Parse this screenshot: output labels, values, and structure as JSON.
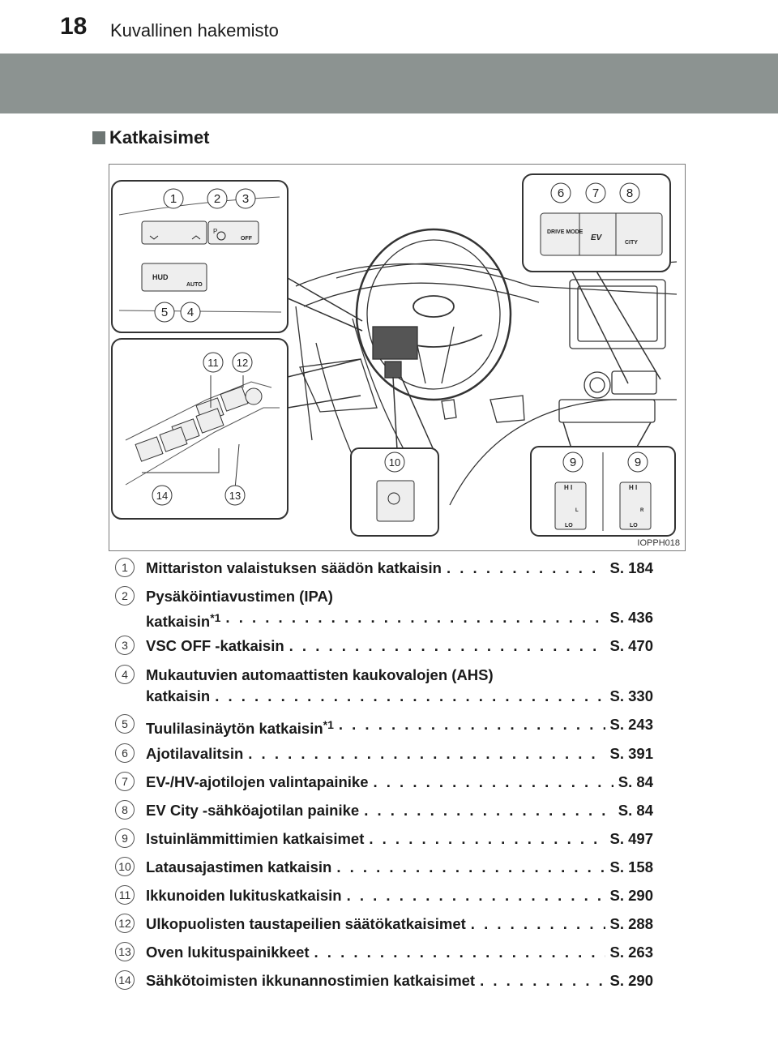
{
  "header": {
    "page_number": "18",
    "title": "Kuvallinen hakemisto"
  },
  "section": {
    "title": "Katkaisimet"
  },
  "figure": {
    "code": "IOPPH018",
    "callouts": [
      "1",
      "2",
      "3",
      "4",
      "5",
      "6",
      "7",
      "8",
      "9",
      "9",
      "10",
      "11",
      "12",
      "13",
      "14"
    ],
    "switch_labels": {
      "hud": "HUD",
      "auto": "AUTO",
      "off": "OFF",
      "p": "P",
      "drive_mode": "DRIVE MODE",
      "ev": "EV",
      "city": "CITY",
      "hi": "H I",
      "lo": "LO",
      "l": "L",
      "r": "R"
    }
  },
  "items": [
    {
      "num": "1",
      "line1": "Mittariston valaistuksen säädön katkaisin",
      "ref": "S. 184"
    },
    {
      "num": "2",
      "line0": "Pysäköintiavustimen (IPA)",
      "line1": "katkaisin",
      "sup": "*1",
      "ref": "S. 436"
    },
    {
      "num": "3",
      "line1": "VSC OFF -katkaisin",
      "ref": "S. 470"
    },
    {
      "num": "4",
      "line0": "Mukautuvien automaattisten kaukovalojen (AHS)",
      "line1": "katkaisin",
      "ref": "S. 330"
    },
    {
      "num": "5",
      "line1": "Tuulilasinäytön katkaisin",
      "sup": "*1",
      "ref": "S. 243"
    },
    {
      "num": "6",
      "line1": "Ajotilavalitsin",
      "ref": "S. 391"
    },
    {
      "num": "7",
      "line1": "EV-/HV-ajotilojen valintapainike",
      "ref": "S. 84"
    },
    {
      "num": "8",
      "line1": "EV City -sähköajotilan painike",
      "ref": "S. 84"
    },
    {
      "num": "9",
      "line1": "Istuinlämmittimien katkaisimet",
      "ref": "S. 497"
    },
    {
      "num": "10",
      "line1": "Latausajastimen katkaisin",
      "ref": "S. 158"
    },
    {
      "num": "11",
      "line1": "Ikkunoiden lukituskatkaisin",
      "ref": "S. 290"
    },
    {
      "num": "12",
      "line1": "Ulkopuolisten taustapeilien säätökatkaisimet",
      "ref": "S. 288"
    },
    {
      "num": "13",
      "line1": "Oven lukituspainikkeet",
      "ref": "S. 263"
    },
    {
      "num": "14",
      "line1": "Sähkötoimisten ikkunannostimien katkaisimet",
      "ref": "S. 290"
    }
  ]
}
